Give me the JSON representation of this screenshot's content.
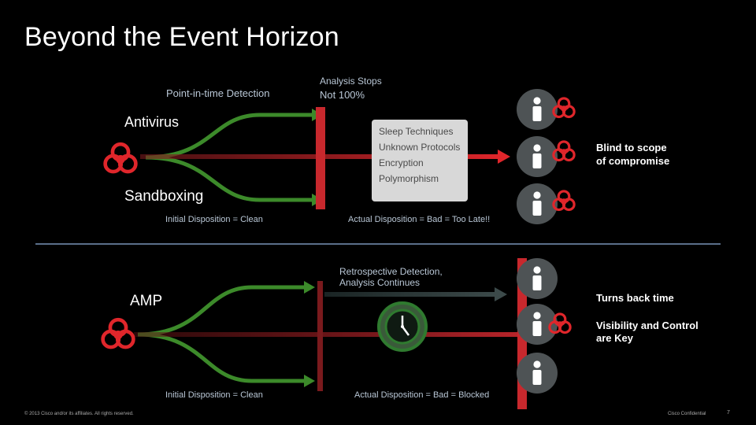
{
  "title": "Beyond the Event Horizon",
  "top": {
    "point_in_time_label": "Point-in-time Detection",
    "analysis_stops_label": "Analysis Stops",
    "not_100_label": "Not 100%",
    "antivirus_label": "Antivirus",
    "sandboxing_label": "Sandboxing",
    "techniques": [
      "Sleep Techniques",
      "Unknown Protocols",
      "Encryption",
      "Polymorphism"
    ],
    "blind_note": [
      "Blind to scope",
      "of compromise"
    ],
    "initial_disposition": "Initial Disposition = Clean",
    "actual_disposition": "Actual Disposition = Bad = Too Late!!"
  },
  "bottom": {
    "retro_label": [
      "Retrospective Detection,",
      "Analysis Continues"
    ],
    "amp_label": "AMP",
    "turns_back_note": "Turns back time",
    "visibility_note": [
      "Visibility and Control",
      "are Key"
    ],
    "initial_disposition": "Initial Disposition = Clean",
    "actual_disposition": "Actual Disposition = Bad = Blocked"
  },
  "footer": {
    "copyright": "© 2013 Cisco and/or its affiliates. All rights reserved.",
    "confidential": "Cisco Confidential",
    "page_number": "7"
  },
  "colors": {
    "threat_red": "#e0262b",
    "green_arrow": "#3c8a2a",
    "barrier_red": "#c8282d",
    "user_circle": "#4e5355"
  },
  "icons": [
    "biohazard-icon",
    "user-icon",
    "clock-icon"
  ]
}
